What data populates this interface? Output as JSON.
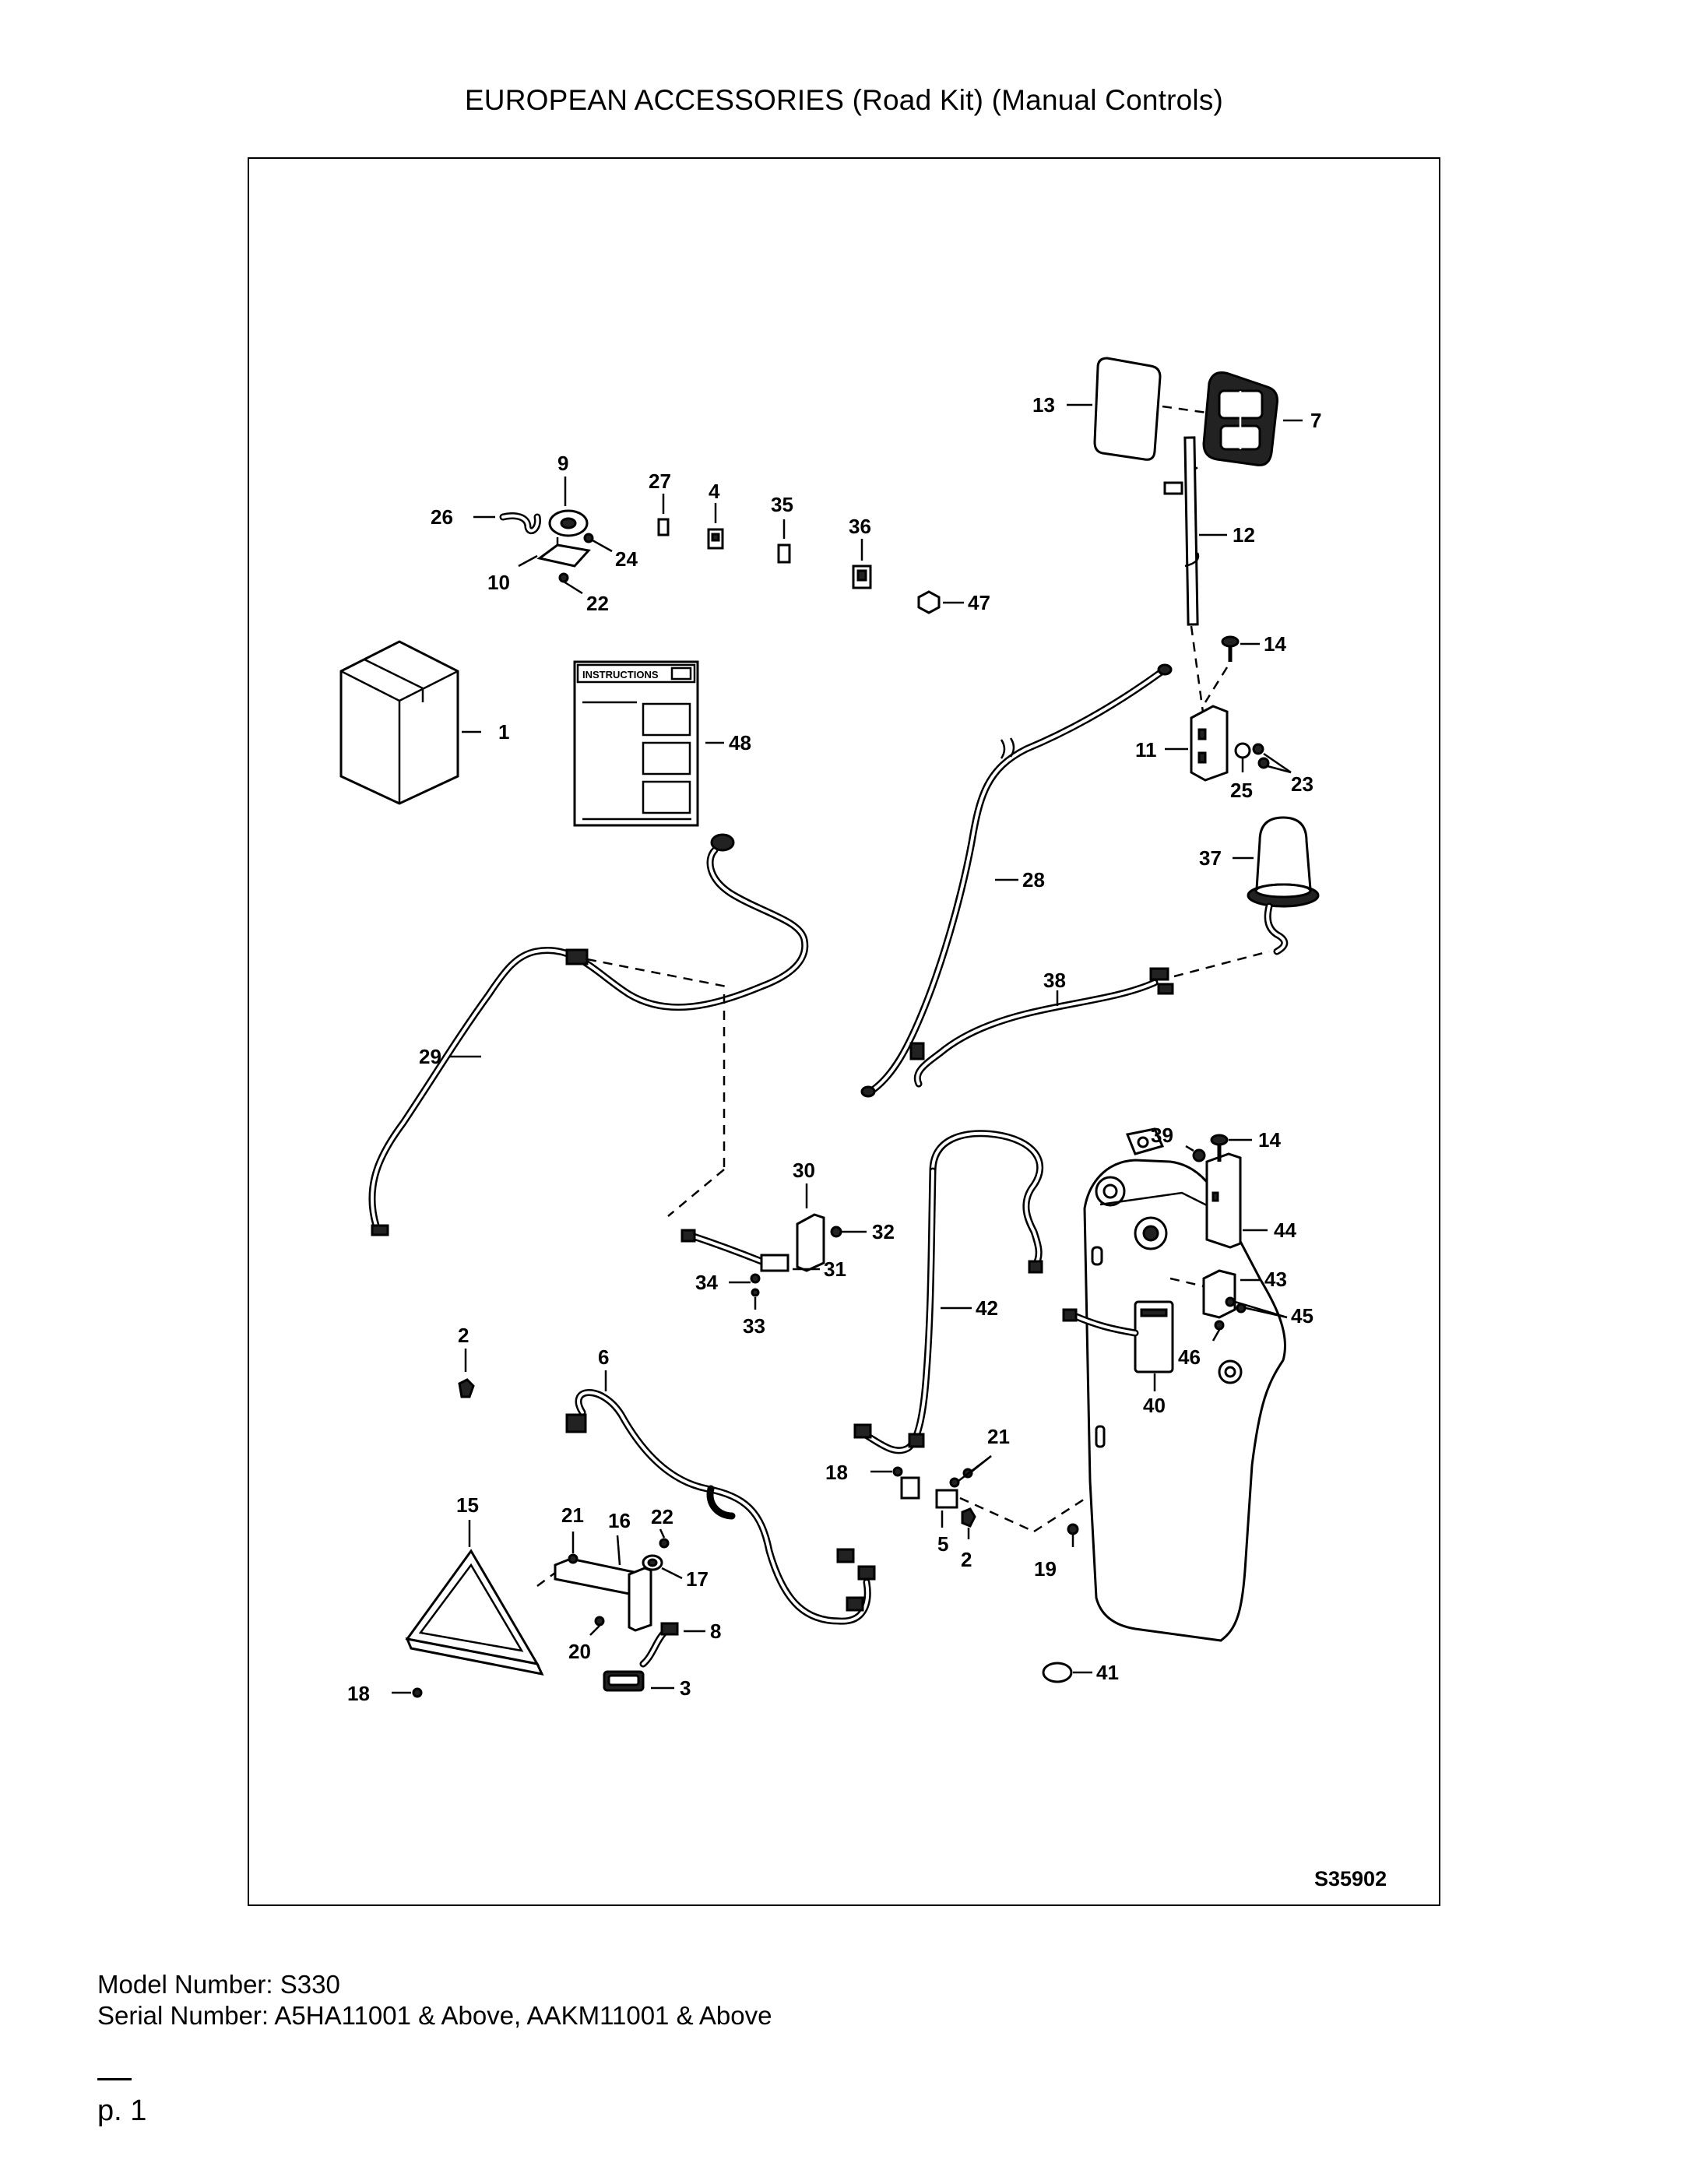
{
  "page": {
    "title": "EUROPEAN ACCESSORIES (Road Kit) (Manual Controls)",
    "model_number": "Model Number: S330",
    "serial_number": "Serial Number: A5HA11001 & Above, AAKM11001 & Above",
    "page_label": "p. 1"
  },
  "diagram": {
    "figure_id": "S35902",
    "instructions_card_label": "INSTRUCTIONS",
    "callouts": {
      "c1": "1",
      "c2a": "2",
      "c2b": "2",
      "c3": "3",
      "c4": "4",
      "c5": "5",
      "c6": "6",
      "c7": "7",
      "c8": "8",
      "c9": "9",
      "c10": "10",
      "c11": "11",
      "c12": "12",
      "c13": "13",
      "c14a": "14",
      "c14b": "14",
      "c15": "15",
      "c16": "16",
      "c17": "17",
      "c18a": "18",
      "c18b": "18",
      "c19": "19",
      "c20": "20",
      "c21a": "21",
      "c21b": "21",
      "c22a": "22",
      "c22b": "22",
      "c23": "23",
      "c24": "24",
      "c25": "25",
      "c26": "26",
      "c27": "27",
      "c28": "28",
      "c29": "29",
      "c30": "30",
      "c31": "31",
      "c32": "32",
      "c33": "33",
      "c34": "34",
      "c35": "35",
      "c36": "36",
      "c37": "37",
      "c38": "38",
      "c39": "39",
      "c40": "40",
      "c41": "41",
      "c42": "42",
      "c43": "43",
      "c44": "44",
      "c45": "45",
      "c46": "46",
      "c47": "47",
      "c48": "48"
    }
  }
}
